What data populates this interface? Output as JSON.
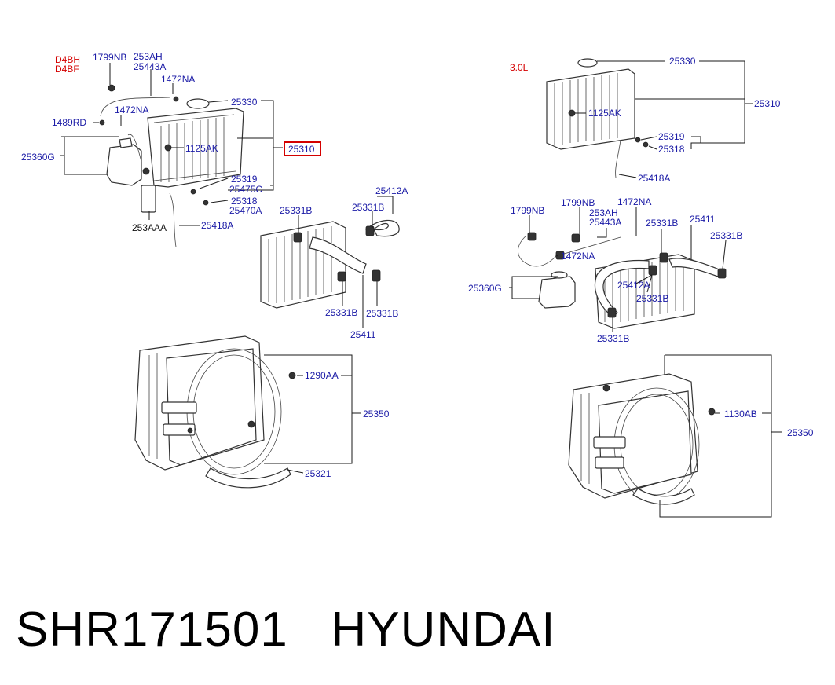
{
  "labels": {
    "variant_d4bh": "D4BH",
    "variant_d4bf": "D4BF",
    "variant_30l": "3.0L",
    "l_1799nb_a": "1799NB",
    "l_253ah_a": "253AH",
    "l_25443a_a": "25443A",
    "l_1472na_a": "1472NA",
    "l_1472na_b": "1472NA",
    "l_1489rd": "1489RD",
    "l_25330_a": "25330",
    "l_25310_hl": "25310",
    "l_1125ak_a": "1125AK",
    "l_25360g_a": "25360G",
    "l_25319_a": "25319",
    "l_25475c": "25475C",
    "l_25318_a": "25318",
    "l_25470a": "25470A",
    "l_253aaa": "253AAA",
    "l_25418a_a": "25418A",
    "l_25412a_a": "25412A",
    "l_25331b_a": "25331B",
    "l_25331b_b": "25331B",
    "l_25331b_c": "25331B",
    "l_25331b_d": "25331B",
    "l_25411_a": "25411",
    "l_1290aa": "1290AA",
    "l_25350_a": "25350",
    "l_25321": "25321",
    "l_25330_b": "25330",
    "l_25310_b": "25310",
    "l_1125ak_b": "1125AK",
    "l_25319_b": "25319",
    "l_25318_b": "25318",
    "l_25418a_b": "25418A",
    "l_1799nb_b": "1799NB",
    "l_1799nb_c": "1799NB",
    "l_1472na_c": "1472NA",
    "l_253ah_b": "253AH",
    "l_25443a_b": "25443A",
    "l_25331b_e": "25331B",
    "l_25411_b": "25411",
    "l_25331b_f": "25331B",
    "l_1472na_d": "1472NA",
    "l_25360g_b": "25360G",
    "l_25412a_b": "25412A",
    "l_25331b_g": "25331B",
    "l_25331b_h": "25331B",
    "l_1130ab": "1130AB",
    "l_25350_b": "25350"
  },
  "footer": {
    "code": "SHR171501",
    "brand": "HYUNDAI"
  },
  "colors": {
    "label_blue": "#1a1aa6",
    "variant_red": "#d40000",
    "highlight_box": "#d40000"
  }
}
